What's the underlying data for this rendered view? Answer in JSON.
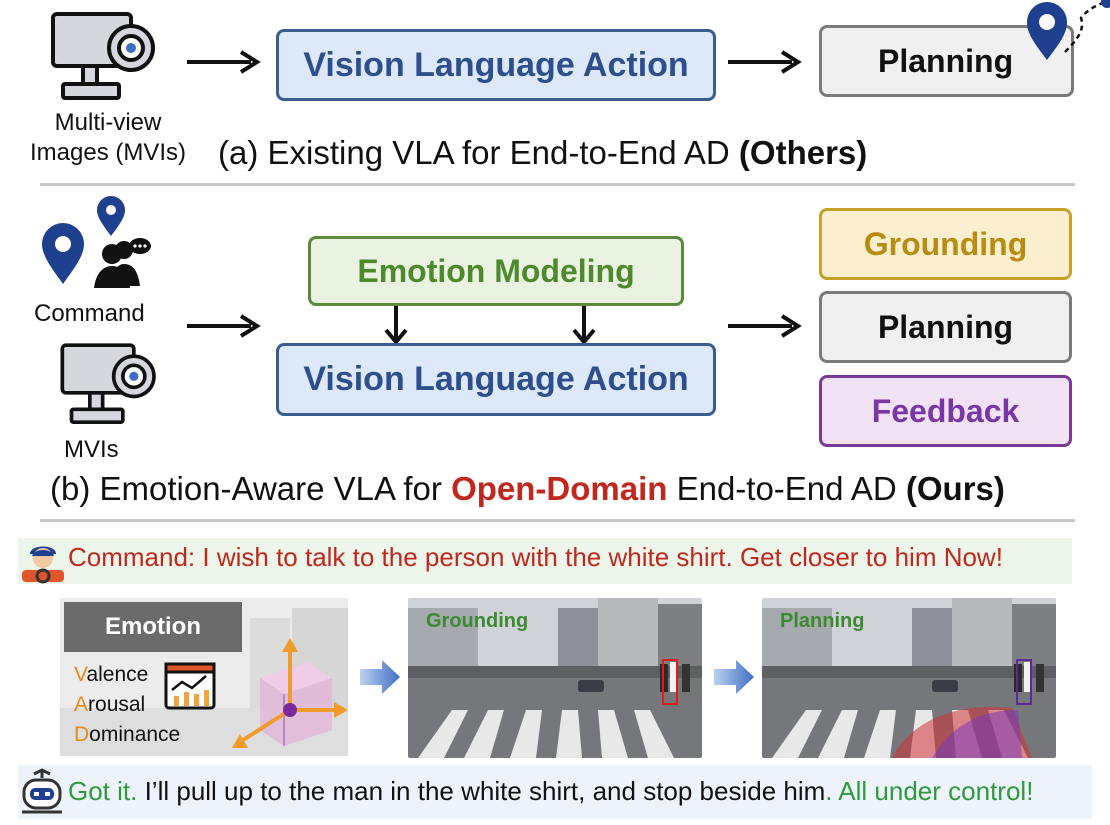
{
  "section_a": {
    "input_label": "Multi-view\nImages (MVIs)",
    "input_line1": "Multi-view",
    "input_line2": "Images (MVIs)",
    "vla_label": "Vision Language Action",
    "planning_label": "Planning",
    "caption_prefix": "(a) Existing VLA for End-to-End AD ",
    "caption_bold": "(Others)"
  },
  "section_b": {
    "command_label": "Command",
    "mvis_label": "MVIs",
    "emotion_modeling_label": "Emotion Modeling",
    "vla_label": "Vision Language Action",
    "grounding_label": "Grounding",
    "planning_label": "Planning",
    "feedback_label": "Feedback",
    "caption_prefix": "(b) Emotion-Aware VLA for ",
    "caption_red": "Open-Domain",
    "caption_middle": " End-to-End AD ",
    "caption_bold": "(Ours)"
  },
  "example": {
    "command_text": "Command: I wish to talk to the person with the white shirt. Get closer to him Now!",
    "emotion_title": "Emotion",
    "vad": [
      {
        "initial": "V",
        "rest": "alence"
      },
      {
        "initial": "A",
        "rest": "rousal"
      },
      {
        "initial": "D",
        "rest": "ominance"
      }
    ],
    "grounding_label": "Grounding",
    "planning_label": "Planning",
    "response_prefix": "Got it.",
    "response_middle": " I’ll pull up to the man in the white shirt, and stop beside him",
    "response_suffix": ". All under control!"
  },
  "colors": {
    "vla_border": "#3a5f8f",
    "emotion_green": "#4e8a2c",
    "grounding_gold": "#b88c10",
    "feedback_purple": "#7a36a6",
    "command_red": "#c0281e",
    "vad_orange": "#e8891a",
    "pin_blue": "#1f3f8f"
  },
  "icons": [
    "camera-icon",
    "location-pin-icon",
    "person-speech-icon",
    "driver-avatar-icon",
    "robot-icon",
    "chart-icon",
    "vad-cube-icon",
    "right-arrow-icon"
  ]
}
